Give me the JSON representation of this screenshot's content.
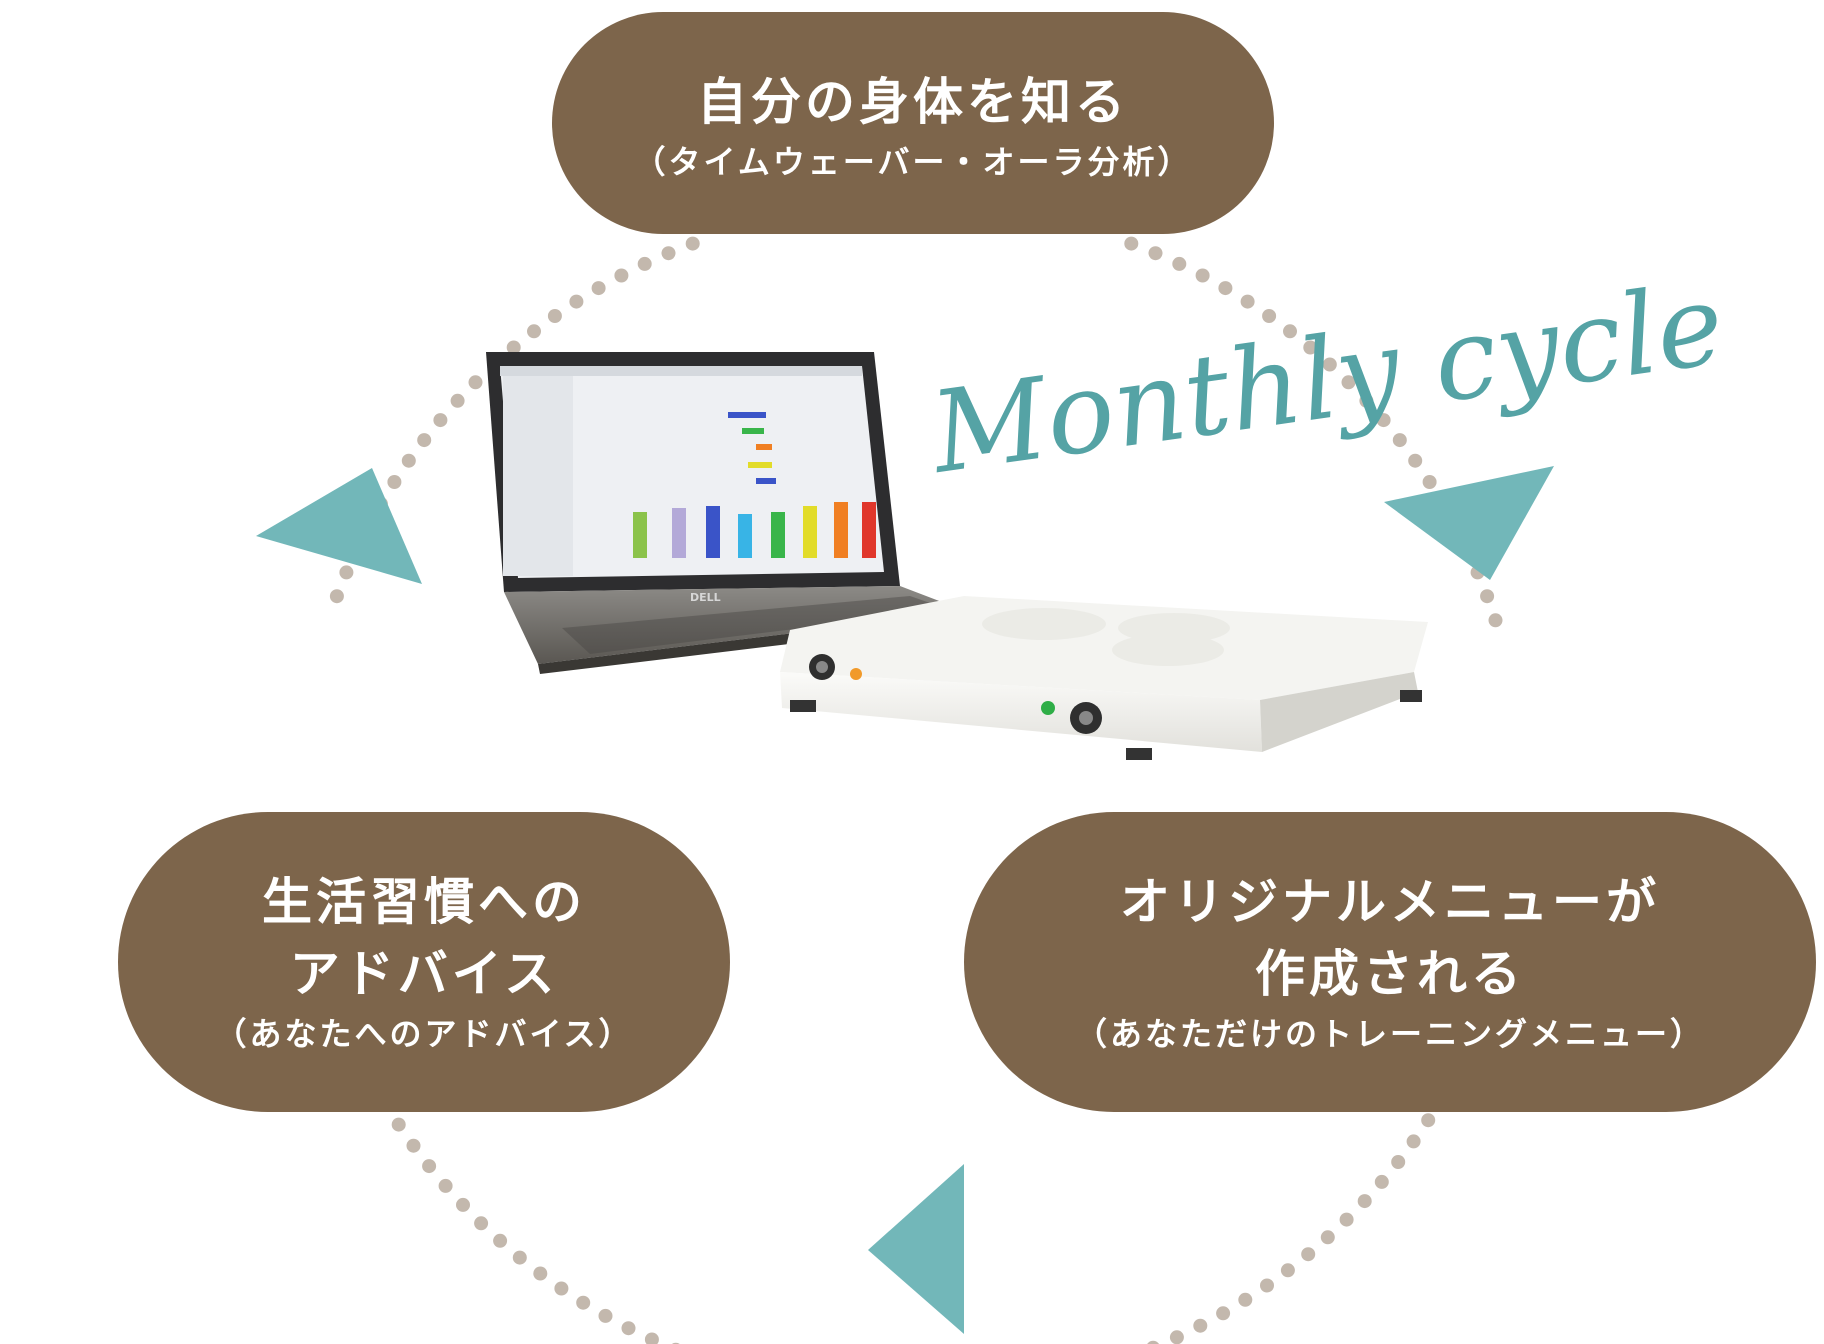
{
  "colors": {
    "pill_fill": "#7d654b",
    "pill_text": "#ffffff",
    "dots": "#c3b8ad",
    "arrow": "#72b7b9",
    "script_label": "#55a3a5"
  },
  "cycle_label": "Monthly cycle",
  "steps": [
    {
      "title_lines": [
        "自分の身体を知る"
      ],
      "subtitle": "（タイムウェーバー・オーラ分析）"
    },
    {
      "title_lines": [
        "オリジナルメニューが",
        "作成される"
      ],
      "subtitle": "（あなただけのトレーニングメニュー）"
    },
    {
      "title_lines": [
        "生活習慣への",
        "アドバイス"
      ],
      "subtitle": "（あなたへのアドバイス）"
    }
  ],
  "illustration": {
    "laptop_brand": "DELL"
  }
}
